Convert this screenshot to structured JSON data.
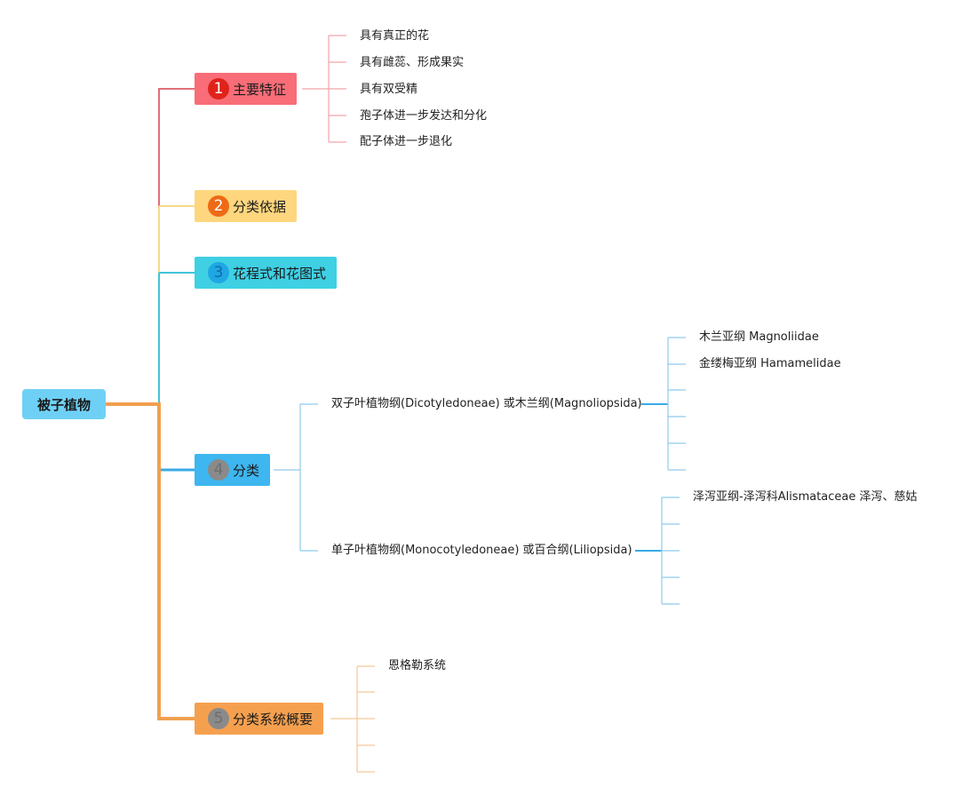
{
  "root": {
    "label": "被子植物",
    "color": "#6fd0f6"
  },
  "topics": [
    {
      "id": "t1",
      "number": "1",
      "label": "主要特征",
      "fill": "#f86d78",
      "badge_bg": "#e0231a",
      "badge_fg": "#ffffff",
      "line": "#e0707a",
      "leaf_line": "#f2a3ab",
      "leaves": [
        "具有真正的花",
        "具有雌蕊、形成果实",
        "具有双受精",
        "孢子体进一步发达和分化",
        "配子体进一步退化"
      ]
    },
    {
      "id": "t2",
      "number": "2",
      "label": "分类依据",
      "fill": "#fdd67e",
      "badge_bg": "#ee6a17",
      "badge_fg": "#ffffff",
      "line": "#f7d98a",
      "leaf_line": "#f7d98a",
      "leaves": []
    },
    {
      "id": "t3",
      "number": "3",
      "label": "花程式和花图式",
      "fill": "#3fd0e4",
      "badge_bg": "#1fa7e4",
      "badge_fg": "#0f6aa9",
      "line": "#40c5d8",
      "leaf_line": "#40c5d8",
      "leaves": []
    },
    {
      "id": "t4",
      "number": "4",
      "label": "分类",
      "fill": "#3eb6ef",
      "badge_bg": "#8a8a8a",
      "badge_fg": "#6e6e6e",
      "line": "#3aaae6",
      "leaf_line": "#8fcbec",
      "subgroups": [
        {
          "label": "双子叶植物纲(Dicotyledoneae) 或木兰纲(Magnoliopsida)",
          "children": [
            "木兰亚纲 Magnoliidae",
            "金缕梅亚纲 Hamamelidae",
            "",
            "",
            "",
            ""
          ]
        },
        {
          "label": "单子叶植物纲(Monocotyledoneae) 或百合纲(Liliopsida)",
          "children": [
            "泽泻亚纲-泽泻科Alismataceae 泽泻、慈姑",
            "",
            "",
            "",
            ""
          ]
        }
      ]
    },
    {
      "id": "t5",
      "number": "5",
      "label": "分类系统概要",
      "fill": "#f5a04f",
      "badge_bg": "#8a8a8a",
      "badge_fg": "#6e6e6e",
      "line": "#f0a050",
      "leaf_line": "#f5c99a",
      "leaves": [
        "恩格勒系统",
        "",
        "",
        "",
        ""
      ]
    }
  ]
}
